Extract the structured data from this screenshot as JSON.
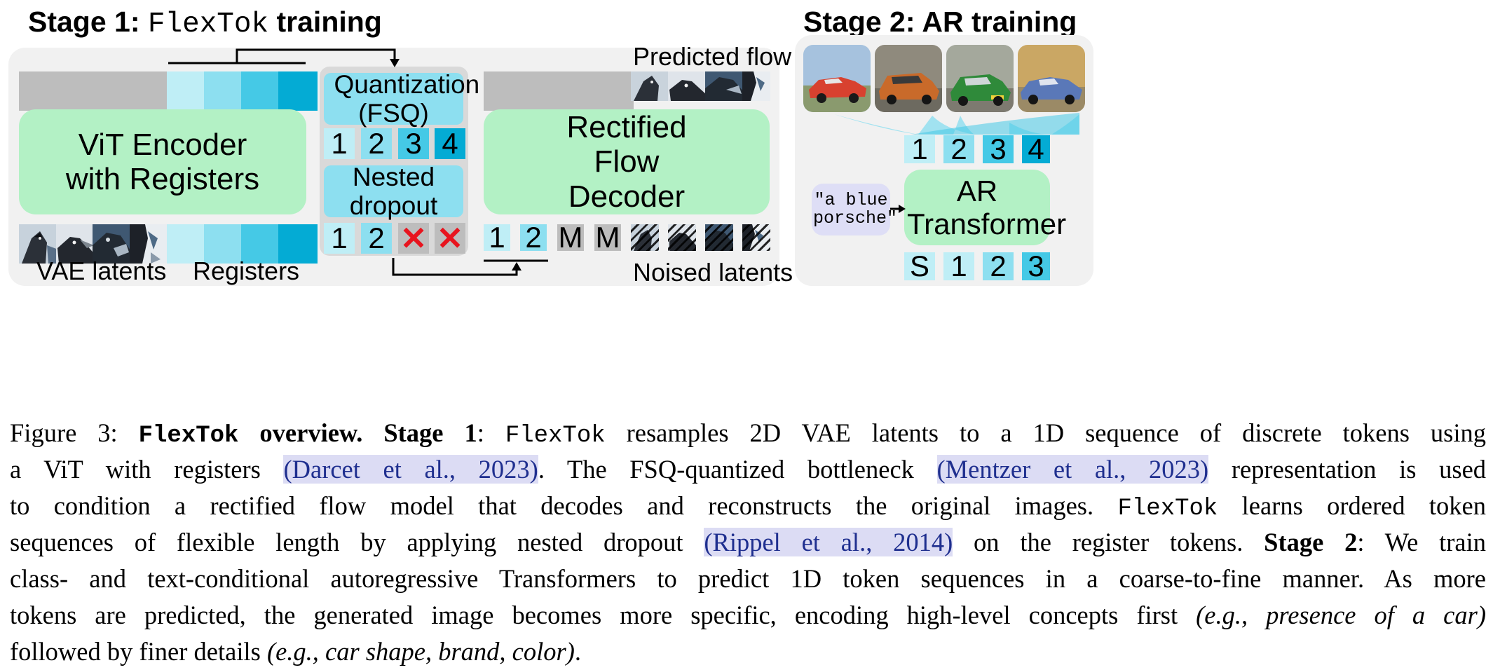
{
  "stage1": {
    "title_prefix": "Stage 1: ",
    "title_mono": "FlexTok",
    "title_suffix": " training",
    "encoder_label": "ViT Encoder with Registers",
    "quantization_label": "Quantization (FSQ)",
    "nested_dropout_label": "Nested dropout",
    "decoder_label": "Rectified Flow Decoder",
    "predicted_flow_label": "Predicted flow",
    "vae_latents_label": "VAE latents",
    "registers_label": "Registers",
    "noised_latents_label": "Noised latents",
    "quantized_tokens": [
      "1",
      "2",
      "3",
      "4"
    ],
    "dropout_tokens": [
      "1",
      "2"
    ],
    "dropout_mark": "✕",
    "decoder_tokens": [
      "1",
      "2",
      "M",
      "M"
    ]
  },
  "stage2": {
    "title": "Stage 2: AR training",
    "output_tokens": [
      "1",
      "2",
      "3",
      "4"
    ],
    "input_tokens": [
      "S",
      "1",
      "2",
      "3"
    ],
    "transformer_label": "AR Transformer",
    "prompt_text": "\"a blue porsche\""
  },
  "caption": {
    "lines": [
      [
        "t:Figure 3: ",
        "mb:FlexTok",
        "b: overview. Stage 1",
        "t:: ",
        "m:FlexTok",
        "t: resamples 2D VAE latents to a 1D sequence of discrete tokens using"
      ],
      [
        "t:a ViT with registers ",
        "c:(Darcet et al., 2023)",
        "t:.  The FSQ-quantized bottleneck ",
        "c:(Mentzer et al., 2023)",
        "t: representation is used"
      ],
      [
        "t:to condition a rectified flow model that decodes and reconstructs the original images. ",
        "m:FlexTok",
        "t: learns ordered token"
      ],
      [
        "t:sequences of flexible length by applying nested dropout ",
        "c:(Rippel et al., 2014)",
        "t: on the register tokens. ",
        "b:Stage 2",
        "t:: We train"
      ],
      [
        "t:class- and text-conditional autoregressive Transformers to predict 1D token sequences in a coarse-to-fine manner. As more"
      ],
      [
        "t:tokens are predicted, the generated image becomes more specific, encoding high-level concepts first ",
        "i:(e.g., presence of a car)"
      ],
      [
        "t:followed by finer details ",
        "i:(e.g., car shape, brand, color)",
        "t:."
      ]
    ]
  }
}
